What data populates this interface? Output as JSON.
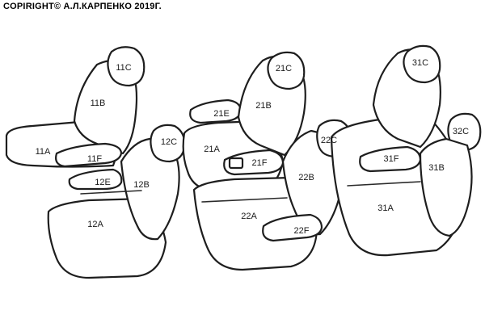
{
  "copyright": "COPIRIGHT© А.Л.КАРПЕНКО 2019Г.",
  "labels": [
    "11C",
    "11B",
    "11A",
    "11F",
    "12E",
    "12C",
    "12B",
    "12A",
    "21C",
    "21E",
    "21B",
    "21A",
    "21F",
    "22C",
    "22B",
    "22A",
    "22F",
    "31C",
    "31F",
    "32C",
    "31B",
    "31A"
  ]
}
